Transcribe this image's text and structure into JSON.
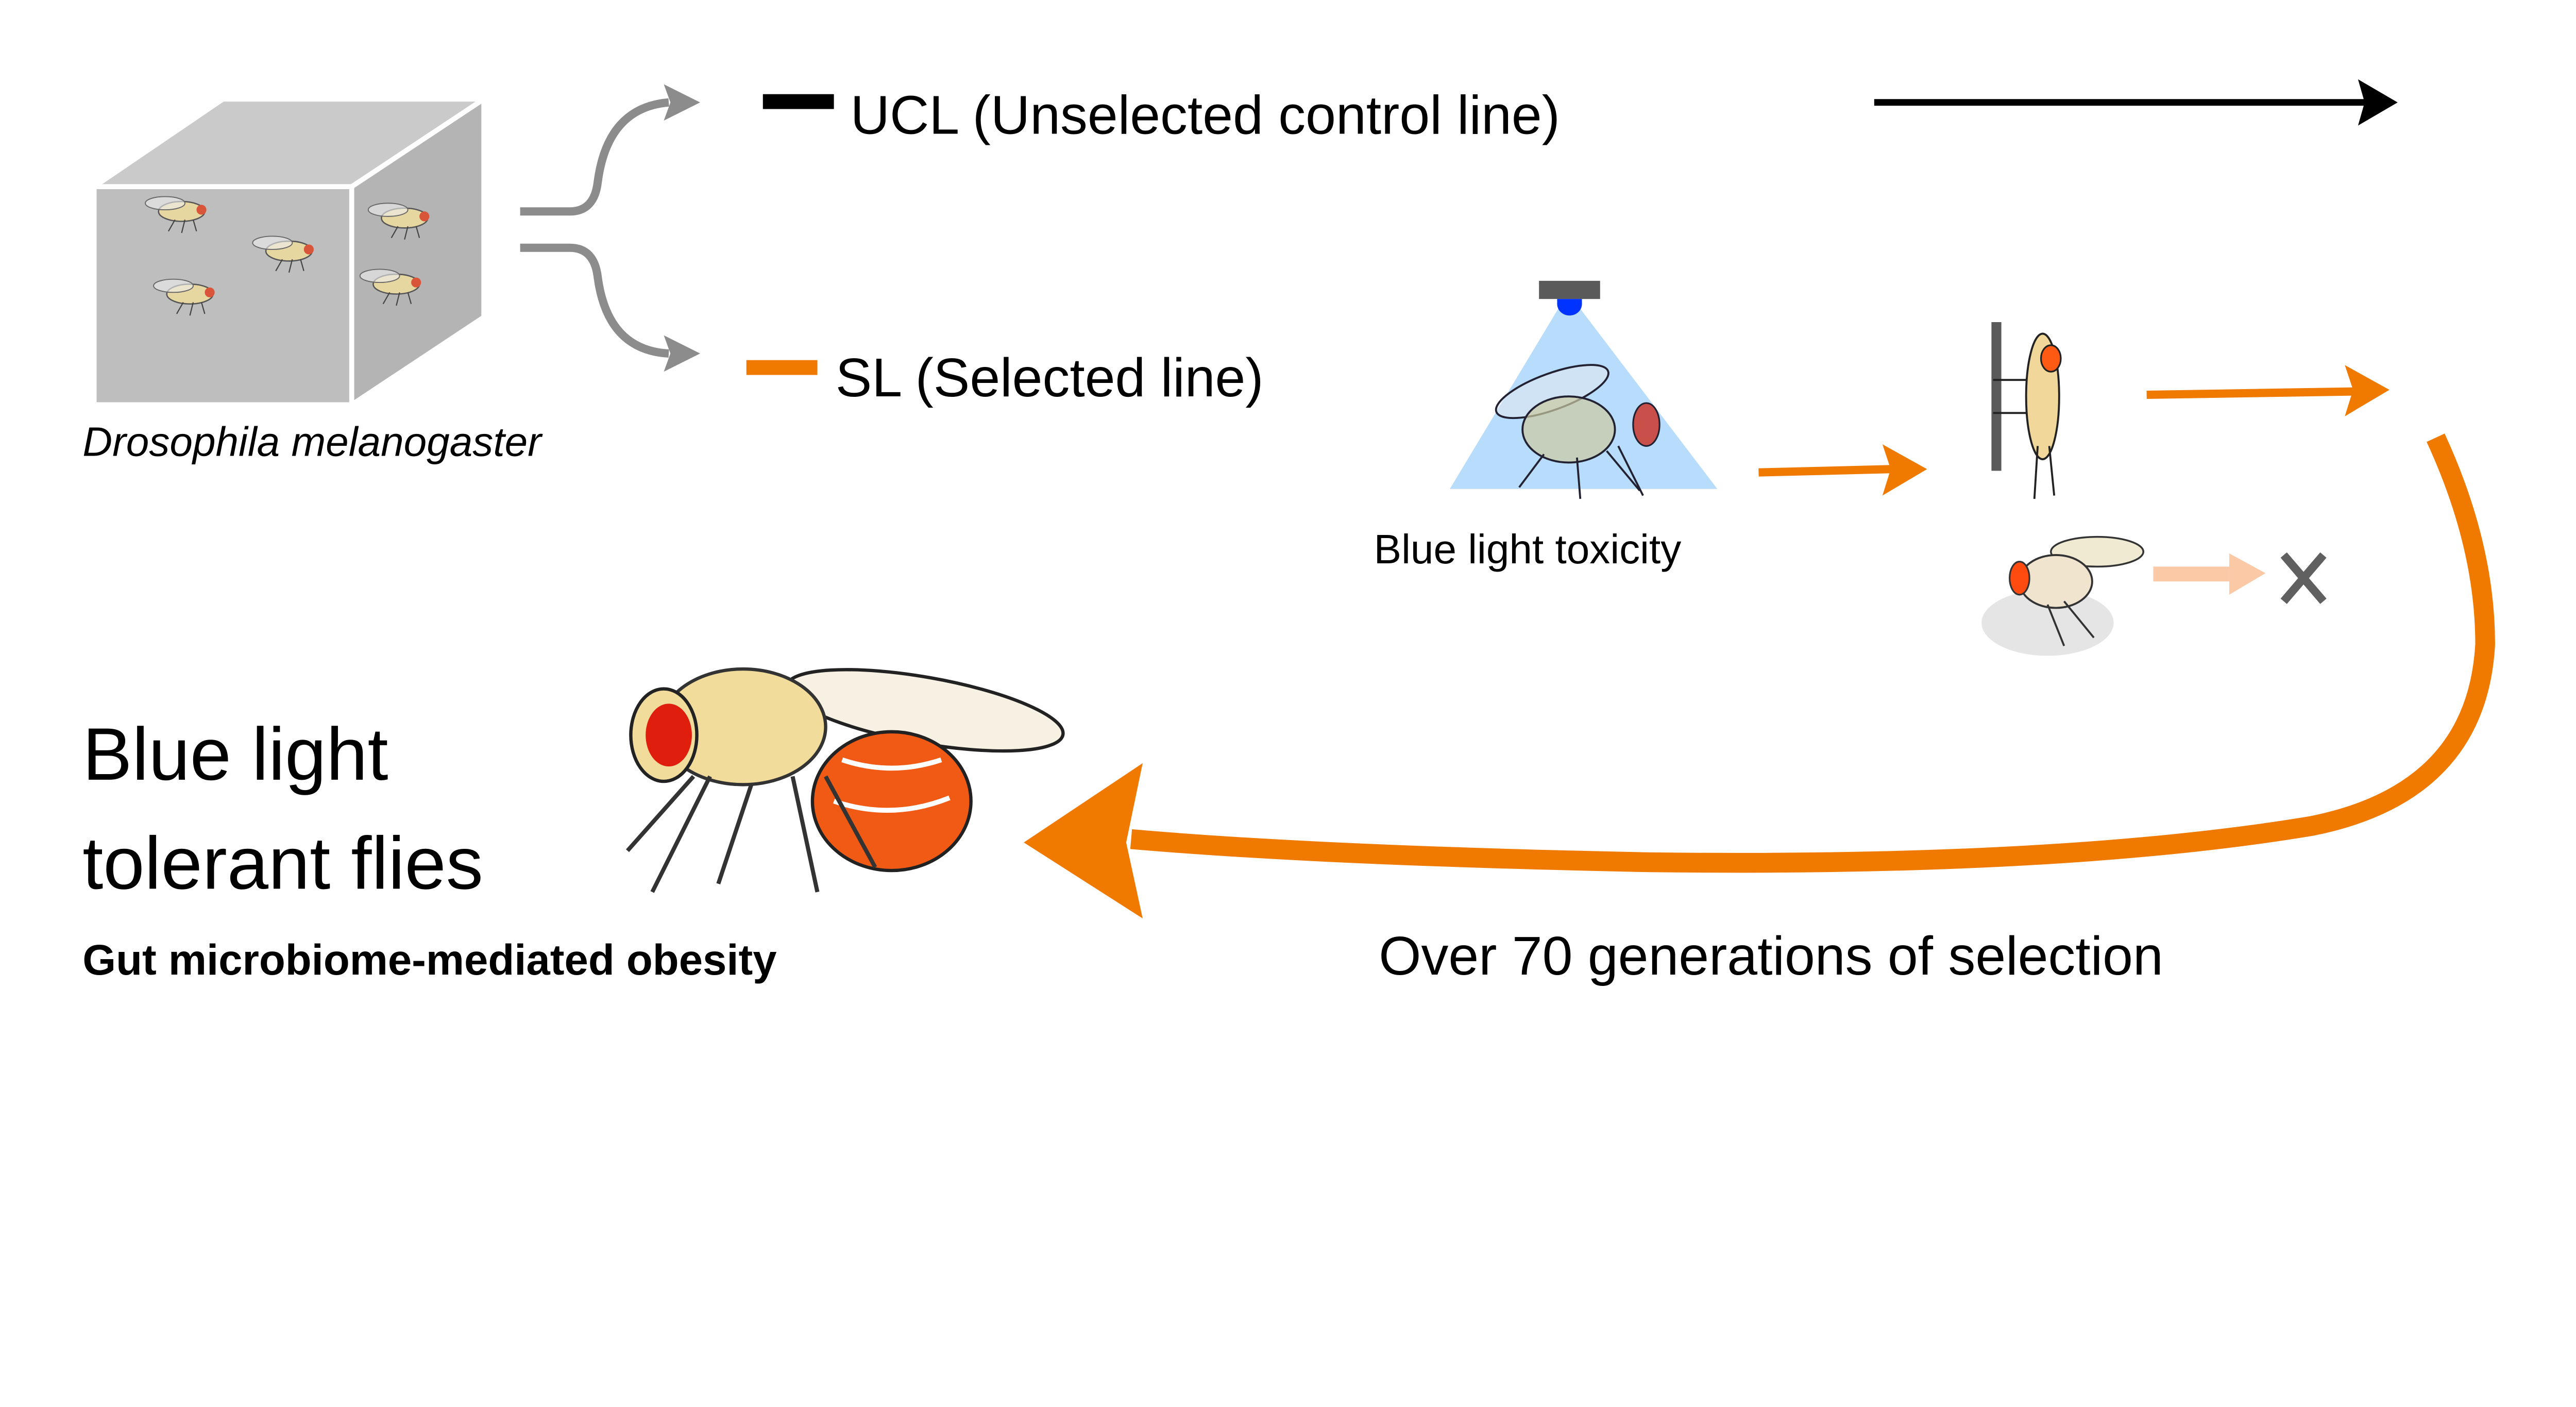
{
  "species_label": "Drosophila melanogaster",
  "lines": {
    "ucl": {
      "label": "UCL (Unselected control line)",
      "color": "#000000"
    },
    "sl": {
      "label": "SL (Selected line)",
      "color": "#f07a00"
    }
  },
  "selection_step": {
    "label": "Blue light toxicity",
    "light_color": "#0033ff",
    "beam_color": "#b8dcfb"
  },
  "result": {
    "title_line1": "Blue light",
    "title_line2": "tolerant flies",
    "subtitle": "Gut microbiome-mediated obesity"
  },
  "generations_label": "Over 70 generations of selection",
  "icons": [
    "fly-cage-icon",
    "lamp-icon",
    "fly-icon",
    "dead-fly-icon",
    "cross-icon"
  ]
}
